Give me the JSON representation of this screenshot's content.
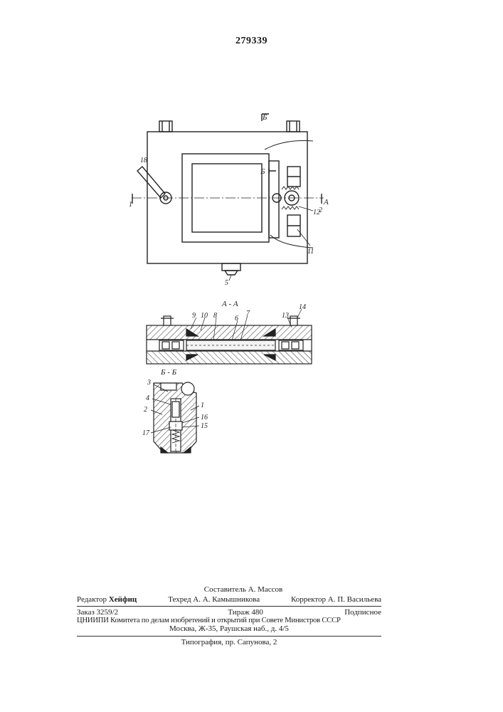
{
  "header": {
    "patent_number": "279339"
  },
  "figure_labels": {
    "section_b_top": "Б",
    "section_b_inner": "Б",
    "section_1_left": "1",
    "section_a_right": "А",
    "section_2_right": "2",
    "lever": "18",
    "label_12": "12",
    "label_11": "11",
    "label_5": "5",
    "section_aa": "А - А",
    "label_9": "9",
    "label_10": "10",
    "label_8": "8",
    "label_7": "7",
    "label_6": "6",
    "label_13": "13",
    "label_14": "14",
    "section_bb": "Б - Б",
    "label_3": "3",
    "label_4": "4",
    "label_2": "2",
    "label_1": "1",
    "label_16": "16",
    "label_15": "15",
    "label_17": "17"
  },
  "footer": {
    "compiler": "Составитель А. Массов",
    "editor_label": "Редактор",
    "editor_name": "Хейфиц",
    "techred": "Техред А. А. Камышникова",
    "corrector": "Корректор А. П. Васильева",
    "order": "Заказ 3259/2",
    "circulation": "Тираж 480",
    "subscription": "Подписное",
    "org_line": "ЦНИИПИ Комитета по делам изобретений и открытий при Совете Министров СССР",
    "address_line": "Москва, Ж-35, Раушская наб., д. 4/5",
    "printing": "Типография, пр. Сапунова, 2"
  }
}
